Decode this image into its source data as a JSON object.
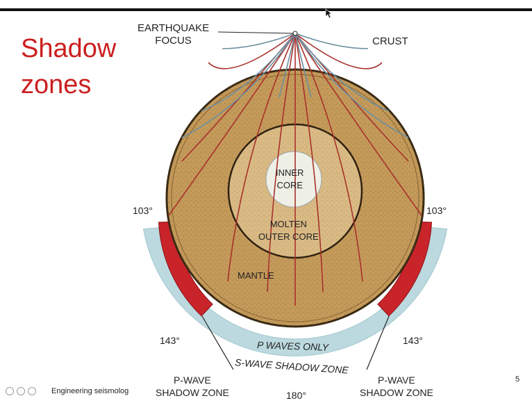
{
  "slide": {
    "title_line1": "Shadow",
    "title_line2": "zones",
    "page_number": "5",
    "footer_text": "Engineering seismolog"
  },
  "diagram": {
    "earthquake_focus": "EARTHQUAKE\nFOCUS",
    "crust": "CRUST",
    "inner_core": "INNER\nCORE",
    "outer_core": "MOLTEN\nOUTER CORE",
    "mantle": "MANTLE",
    "angle_103_left": "103°",
    "angle_103_right": "103°",
    "angle_143_left": "143°",
    "angle_143_right": "143°",
    "angle_180": "180°",
    "p_waves_only": "P WAVES ONLY",
    "s_wave_shadow_zone": "S-WAVE SHADOW ZONE",
    "p_wave_shadow_zone_left": "P-WAVE\nSHADOW ZONE",
    "p_wave_shadow_zone_right": "P-WAVE\nSHADOW ZONE"
  },
  "colors": {
    "title": "#cc1f1f",
    "mantle": "#c49a5a",
    "outer_core": "#d9ba84",
    "inner_core": "#eef0e6",
    "s_shadow_band": "#bcd9df",
    "p_shadow_zone": "#c8242a",
    "ray_red": "#a8302a",
    "ray_blue": "#6d8fa0"
  }
}
